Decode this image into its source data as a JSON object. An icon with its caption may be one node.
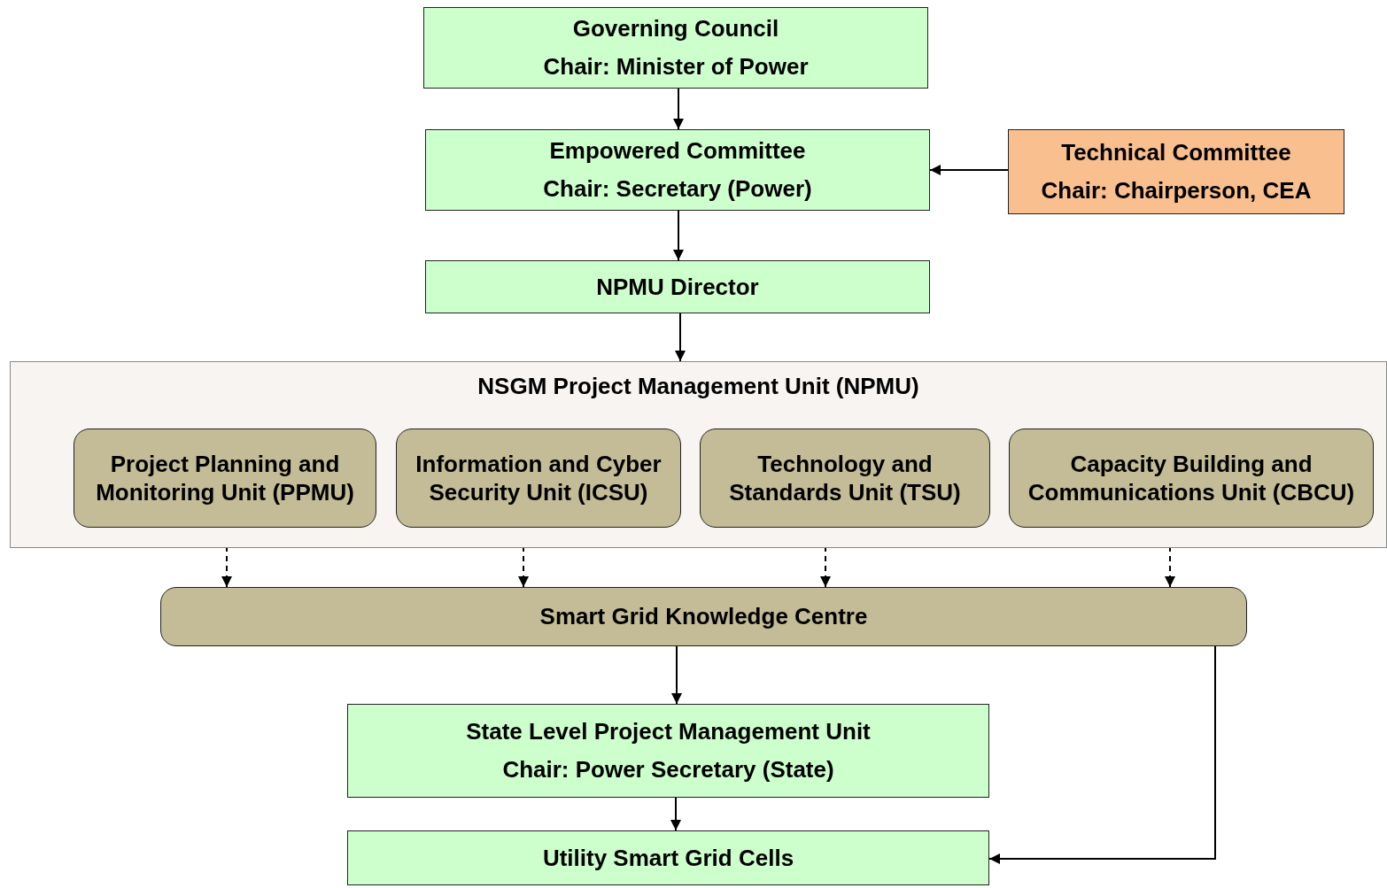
{
  "diagram": {
    "nodes": [
      {
        "text": [
          "Governing Council",
          "Chair: Minister of Power"
        ]
      },
      {
        "text": [
          "Empowered Committee",
          "Chair: Secretary (Power)"
        ]
      },
      {
        "text": [
          "Technical Committee",
          "Chair: Chairperson, CEA"
        ]
      },
      {
        "text": [
          "NPMU Director"
        ]
      },
      {
        "text": [
          "NSGM Project Management Unit (NPMU)"
        ]
      },
      {
        "text": [
          "Project Planning and Monitoring Unit (PPMU)"
        ],
        "in": 4
      },
      {
        "text": [
          "Information and Cyber Security Unit (ICSU)"
        ],
        "in": 4
      },
      {
        "text": [
          "Technology and Standards Unit (TSU)"
        ],
        "in": 4
      },
      {
        "text": [
          "Capacity Building and Communications Unit (CBCU)"
        ],
        "in": 4
      },
      {
        "text": [
          "Smart Grid Knowledge Centre"
        ]
      },
      {
        "text": [
          "State Level Project Management Unit",
          "Chair: Power Secretary (State)"
        ]
      },
      {
        "text": [
          "Utility Smart Grid Cells"
        ]
      }
    ],
    "edges": [
      {
        "from": 0,
        "to": 1,
        "arrow": "to"
      },
      {
        "from": 2,
        "to": 1,
        "arrow": "to"
      },
      {
        "from": 1,
        "to": 3,
        "arrow": "to"
      },
      {
        "from": 3,
        "to": 4,
        "arrow": "to"
      },
      {
        "from": 5,
        "to": 9,
        "arrow": "both",
        "style": "dashed"
      },
      {
        "from": 6,
        "to": 9,
        "arrow": "both",
        "style": "dashed"
      },
      {
        "from": 7,
        "to": 9,
        "arrow": "both",
        "style": "dashed"
      },
      {
        "from": 8,
        "to": 9,
        "arrow": "both",
        "style": "dashed"
      },
      {
        "from": 9,
        "to": 10,
        "arrow": "to"
      },
      {
        "from": 10,
        "to": 11,
        "arrow": "to"
      },
      {
        "from": 9,
        "to": 11,
        "arrow": "to"
      }
    ]
  }
}
